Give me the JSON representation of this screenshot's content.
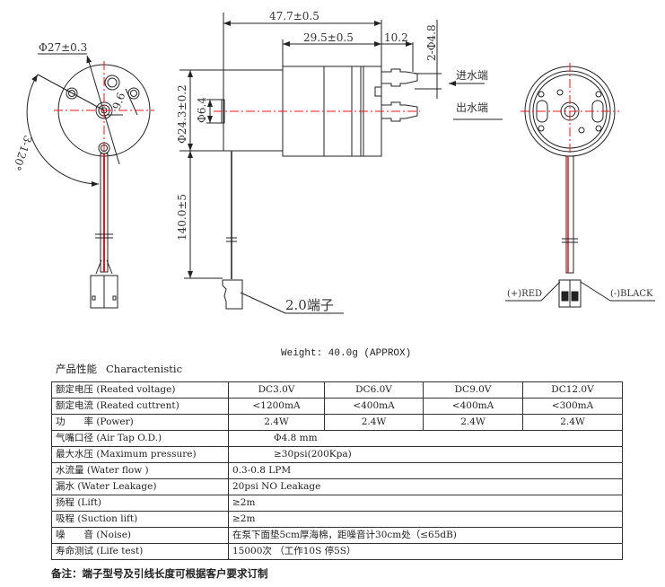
{
  "drawing": {
    "dia_27": "Φ27±0.3",
    "dim_9_6": "9.6",
    "angle": "3-120°",
    "length_total": "47.7±0.5",
    "length_head": "29.5±0.5",
    "length_nozzle": "10.2",
    "nozzle_dia": "2-Φ4.8",
    "dia_24_3": "Φ24.3±0.2",
    "dia_6_4": "Φ6.4",
    "wire_length": "140.0±5",
    "inlet": "进水端",
    "outlet": "出水端",
    "terminal": "2.0端子",
    "red": "(+)RED",
    "black": "(-)BLACK",
    "colors": {
      "centerline": "#e8141b",
      "wire_red": "#e8141b"
    }
  },
  "weight": "Weight: 40.0g (APPROX)",
  "section": {
    "cn": "产品性能",
    "en": "Charactenistic"
  },
  "table": {
    "rows": [
      {
        "label": "额定电压 (Reated voltage)",
        "values": [
          "DC3.0V",
          "DC6.0V",
          "DC9.0V",
          "DC12.0V"
        ]
      },
      {
        "label": "额定电流 (Reated cuttrent)",
        "values": [
          "<1200mA",
          "<400mA",
          "<400mA",
          "<300mA"
        ]
      },
      {
        "label": "功　　率 (Power)",
        "values": [
          "2.4W",
          "2.4W",
          "2.4W",
          "2.4W"
        ]
      },
      {
        "label": "气嘴口径 (Air Tap O.D.)",
        "value": "Φ4.8 mm"
      },
      {
        "label": "最大水压 (Maximum pressure)",
        "value": "≥30psi(200Kpa)"
      },
      {
        "label": "水流量 (Water flow )",
        "value": "0.3-0.8 LPM"
      },
      {
        "label": "漏水 (Water Leakage)",
        "value": "20psi NO Leakage"
      },
      {
        "label": "扬程 (Lift)",
        "value": "≥2m"
      },
      {
        "label": "吸程 (Suction lift)",
        "value": "≥2m"
      },
      {
        "label": "噪　　音 (Noise)",
        "value": "在泵下面垫5cm厚海棉，距噪音计30cm处（≤65dB)"
      },
      {
        "label": "寿命测试 (Life test)",
        "value": "15000次 （工作10S 停5S）"
      }
    ]
  },
  "note": "备注：端子型号及引线长度可根据客户要求订制"
}
